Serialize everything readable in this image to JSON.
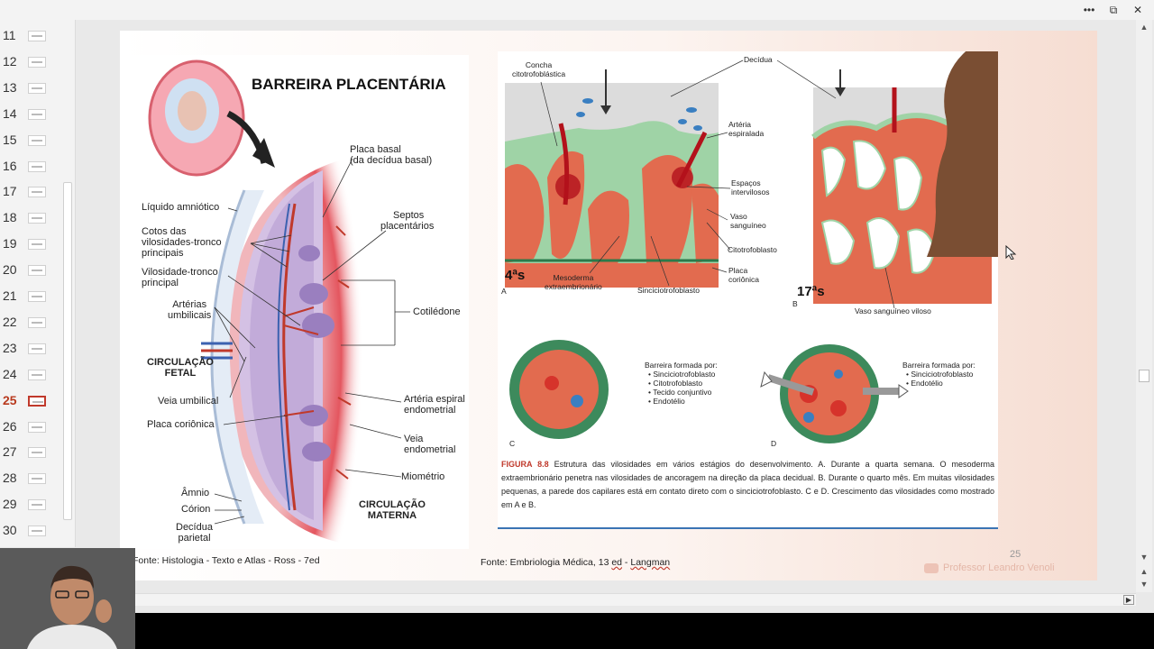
{
  "thumbnails": {
    "items": [
      {
        "num": "11"
      },
      {
        "num": "12"
      },
      {
        "num": "13"
      },
      {
        "num": "14"
      },
      {
        "num": "15"
      },
      {
        "num": "16"
      },
      {
        "num": "17"
      },
      {
        "num": "18"
      },
      {
        "num": "19"
      },
      {
        "num": "20"
      },
      {
        "num": "21"
      },
      {
        "num": "22"
      },
      {
        "num": "23"
      },
      {
        "num": "24"
      },
      {
        "num": "25"
      },
      {
        "num": "26"
      },
      {
        "num": "27"
      },
      {
        "num": "28"
      },
      {
        "num": "29"
      },
      {
        "num": "30"
      }
    ],
    "active": "25"
  },
  "window": {
    "more_glyph": "•••",
    "restore_glyph": "⧉",
    "close_glyph": "✕"
  },
  "slide": {
    "page_number": "25",
    "watermark": "Professor Leandro Venoli",
    "left_figure": {
      "title": "BARREIRA PLACENTÁRIA",
      "labels": {
        "placa_basal": "Placa basal",
        "placa_basal_sub": "(da decídua basal)",
        "liquido": "Líquido amniótico",
        "septos": "Septos",
        "septos_sub": "placentários",
        "cotos1": "Cotos das",
        "cotos2": "vilosidades-tronco",
        "cotos3": "principais",
        "vilosidade1": "Vilosidade-tronco",
        "vilosidade2": "principal",
        "cotiledone": "Cotilédone",
        "arterias1": "Artérias",
        "arterias2": "umbilicais",
        "circ_fetal1": "CIRCULAÇÃO",
        "circ_fetal2": "FETAL",
        "veia_umbilical": "Veia umbilical",
        "arteria_espiral1": "Artéria espiral",
        "arteria_espiral2": "endometrial",
        "placa_corionica": "Placa coriônica",
        "veia_endo1": "Veia",
        "veia_endo2": "endometrial",
        "miometrio": "Miométrio",
        "amnio": "Âmnio",
        "corion": "Córion",
        "decidua1": "Decídua",
        "decidua2": "parietal",
        "circ_materna1": "CIRCULAÇÃO",
        "circ_materna2": "MATERNA"
      }
    },
    "right_figure": {
      "labels": {
        "concha1": "Concha",
        "concha2": "citotrofoblástica",
        "decidua": "Decídua",
        "arteria1": "Artéria",
        "arteria2": "espiralada",
        "espacos1": "Espaços",
        "espacos2": "intervilosos",
        "vaso1": "Vaso",
        "vaso2": "sanguíneo",
        "citotrofoblasto": "Citotrofoblasto",
        "placa1": "Placa",
        "placa2": "coriônica",
        "mesoderma1": "Mesoderma",
        "mesoderma2": "extraembrionário",
        "sinciciotrofoblasto": "Sinciciotrofoblasto",
        "vaso_viloso": "Vaso sanguíneo viloso",
        "stage_a": "4ªs",
        "stage_b": "17ªs",
        "letter_a": "A",
        "letter_b": "B",
        "letter_c": "C",
        "letter_d": "D"
      },
      "barrier_c": {
        "title": "Barreira formada por:",
        "items": [
          "Sinciciotrofoblasto",
          "Citotrofoblasto",
          "Tecido conjuntivo",
          "Endotélio"
        ]
      },
      "barrier_d": {
        "title": "Barreira formada por:",
        "items": [
          "Sinciciotrofoblasto",
          "Endotélio"
        ]
      },
      "caption_label": "FIGURA 8.8",
      "caption": "Estrutura das vilosidades em vários estágios do desenvolvimento. A. Durante a quarta semana. O mesoderma extraembrionário penetra nas vilosidades de ancoragem na direção da placa decidual. B. Durante o quarto mês. Em muitas vilosidades pequenas, a parede dos capilares está em contato direto com o sinciciotrofoblasto. C e D. Crescimento das vilosidades como mostrado em A e B."
    },
    "footnote_left": "Fonte: Histologia - Texto e Atlas - Ross - 7ed",
    "footnote_right_prefix": "Fonte: Embriologia Médica, 13 ",
    "footnote_right_ed": "ed",
    "footnote_right_suffix": " - ",
    "footnote_right_author": "Langman"
  },
  "colors": {
    "accent_red": "#c0392b",
    "villus_red": "#e26b4f",
    "villus_green": "#9fd3a6",
    "deep_red": "#b3121b",
    "silhouette": "#7a4e33",
    "caption_red": "#c0392b"
  }
}
